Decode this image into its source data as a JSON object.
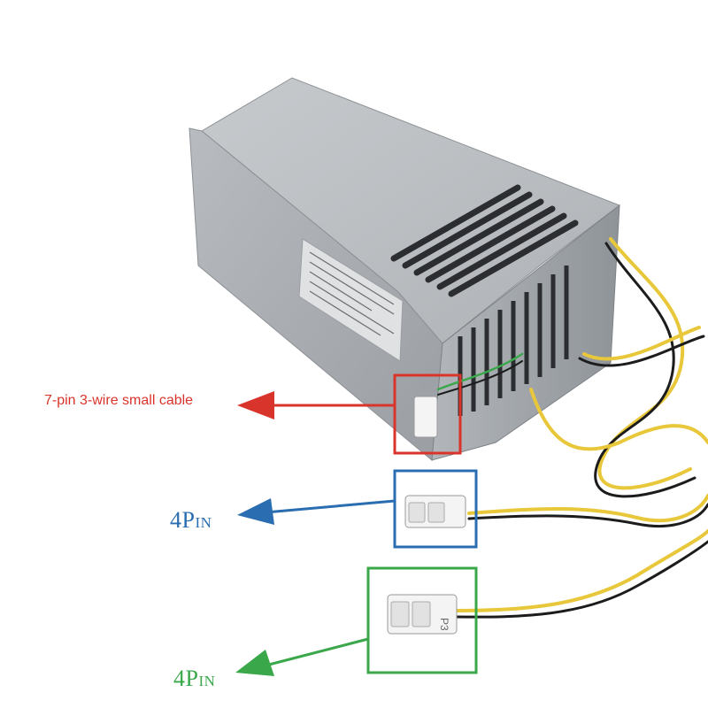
{
  "callouts": {
    "red": {
      "label": "7-pin 3-wire small cable",
      "color": "#d9342b"
    },
    "blue": {
      "label_main": "4P",
      "label_small": "IN",
      "color": "#2a6db0"
    },
    "green": {
      "label_main": "4P",
      "label_small": "IN",
      "color": "#3aa84a"
    }
  },
  "connector_marking": "P3",
  "colors": {
    "psu_body": "#a9adb1",
    "wire_yellow": "#e8c83a",
    "wire_black": "#1c1c1c",
    "connector": "#f2f2f2"
  }
}
